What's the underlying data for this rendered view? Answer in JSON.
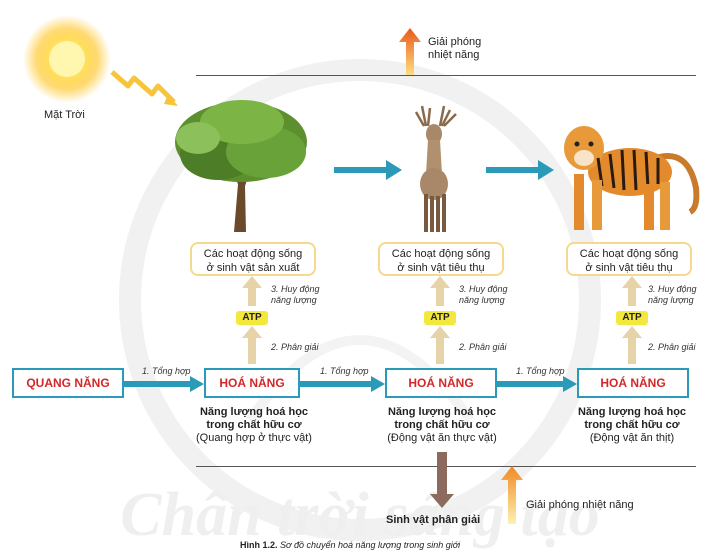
{
  "sun": {
    "label": "Mặt Trời"
  },
  "top_heat": {
    "line1": "Giải phóng",
    "line2": "nhiệt năng"
  },
  "organisms": [
    {
      "activity_line1": "Các hoạt động sống",
      "activity_line2": "ở sinh vật sản xuất"
    },
    {
      "activity_line1": "Các hoạt động sống",
      "activity_line2": "ở sinh vật tiêu thụ"
    },
    {
      "activity_line1": "Các hoạt động sống",
      "activity_line2": "ở sinh vật tiêu thụ"
    }
  ],
  "mobilize_line1": "3. Huy động",
  "mobilize_line2": "năng lượng",
  "atp": "ATP",
  "decompose_step": "2. Phân giải",
  "synthesis_step": "1. Tổng hợp",
  "light_energy": "QUANG NĂNG",
  "chemical_energy": "HOÁ NĂNG",
  "chemical_groups": [
    {
      "line1": "Năng lượng hoá học",
      "line2": "trong chất hữu cơ",
      "line3": "(Quang hợp ở thực vật)"
    },
    {
      "line1": "Năng lượng hoá học",
      "line2": "trong chất hữu cơ",
      "line3": "(Động vật ăn thực vật)"
    },
    {
      "line1": "Năng lượng hoá học",
      "line2": "trong chất hữu cơ",
      "line3": "(Động vật ăn thịt)"
    }
  ],
  "decomposers": "Sinh vật phân giải",
  "bottom_heat": "Giải phóng nhiệt năng",
  "watermark": "Chân trời sáng tạo",
  "caption": {
    "number": "Hình 1.2.",
    "text": "Sơ đồ chuyển hoá năng lượng trong sinh giới"
  },
  "colors": {
    "flow_arrow": "#2b9ab8",
    "heat_arrow": "#f08a24",
    "energy_red": "#d32828",
    "atp_yellow": "#f4e83c",
    "activity_border": "#f5d98c"
  }
}
